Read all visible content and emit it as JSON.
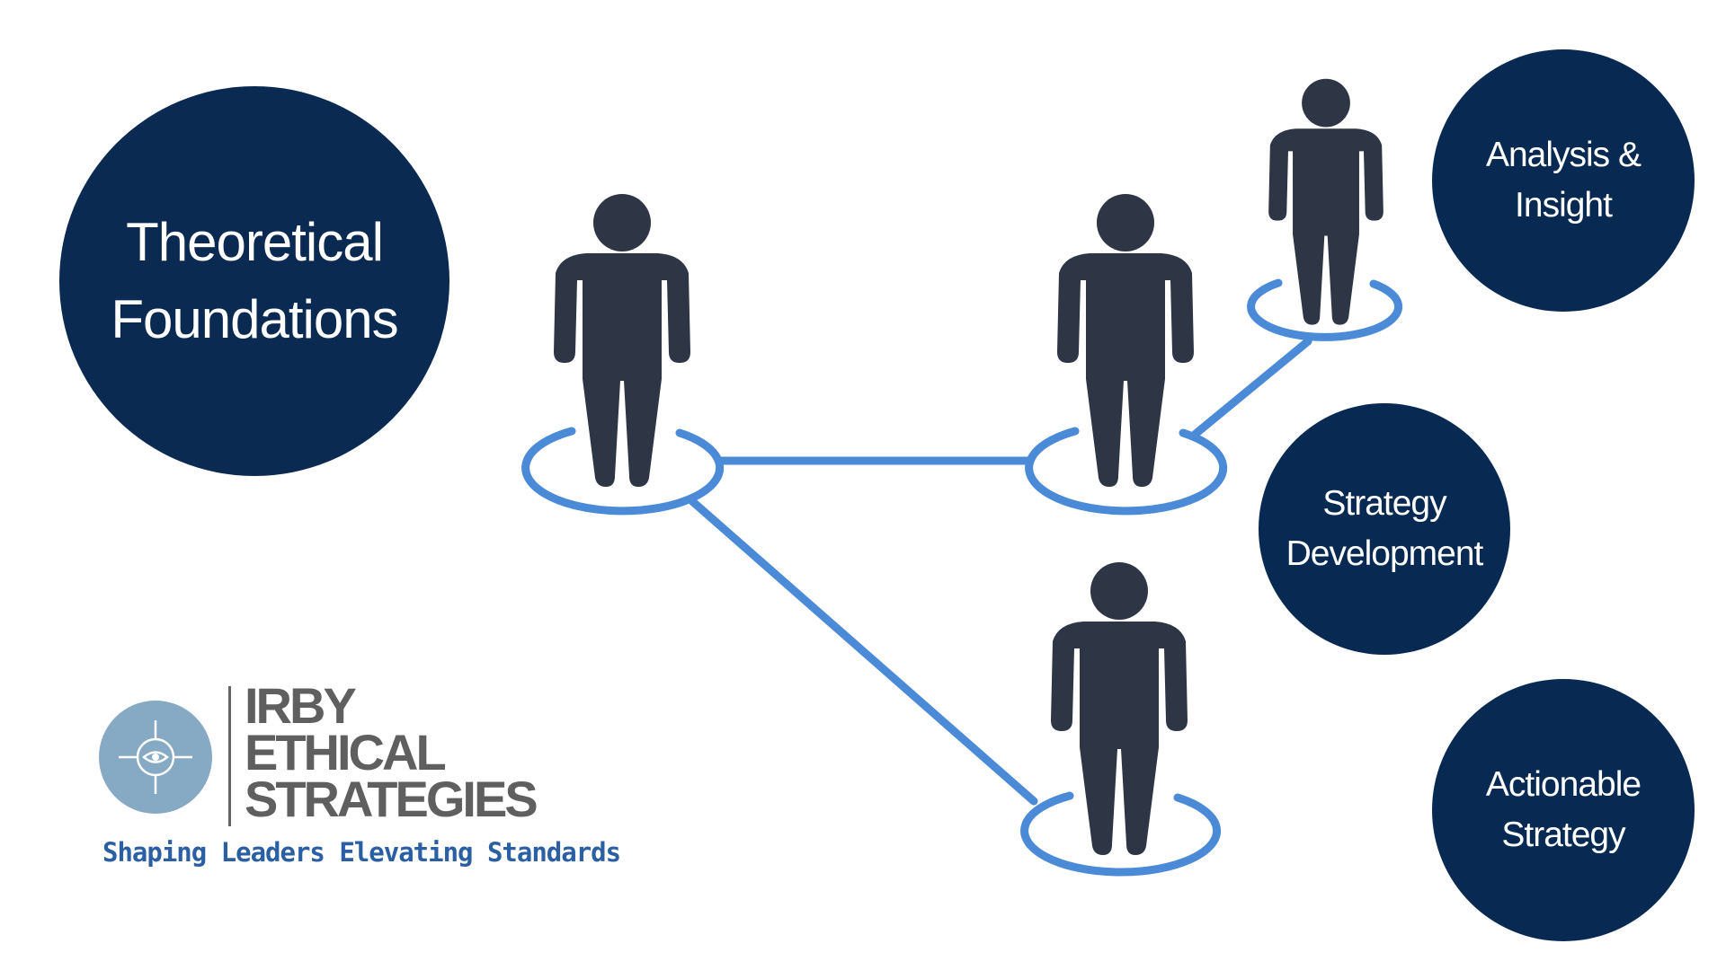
{
  "colors": {
    "circle_fill": "#0a2a52",
    "person_fill": "#2e3645",
    "connector": "#4a8ad6",
    "logo_mark_fill": "#86a9c4",
    "logo_text": "#5f5f5f",
    "tagline": "#2a5fa3"
  },
  "circles": {
    "theoretical": [
      "Theoretical",
      "Foundations"
    ],
    "analysis": [
      "Analysis &",
      "Insight"
    ],
    "strategy": [
      "Strategy",
      "Development"
    ],
    "actionable": [
      "Actionable",
      "Strategy"
    ]
  },
  "logo": {
    "name_lines": [
      "IRBY",
      "ETHICAL",
      "STRATEGIES"
    ],
    "tagline": "Shaping Leaders Elevating Standards",
    "mark_icon": "crosshair-eye-icon"
  },
  "people": {
    "icon": "person-icon",
    "count": 4
  }
}
